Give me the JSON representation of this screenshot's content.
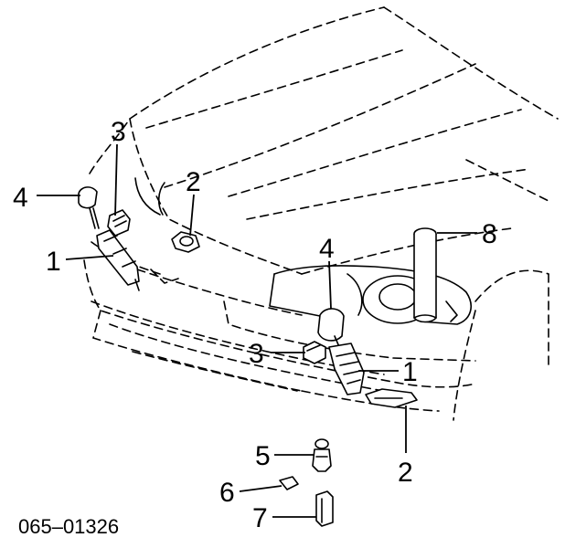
{
  "callouts": {
    "c3_top": "3",
    "c4_left": "4",
    "c1_left": "1",
    "c2_top": "2",
    "c4_mid": "4",
    "c8": "8",
    "c3_mid": "3",
    "c1_right": "1",
    "c2_bottom": "2",
    "c5": "5",
    "c6": "6",
    "c7": "7"
  },
  "diagram_code": "065–01326"
}
